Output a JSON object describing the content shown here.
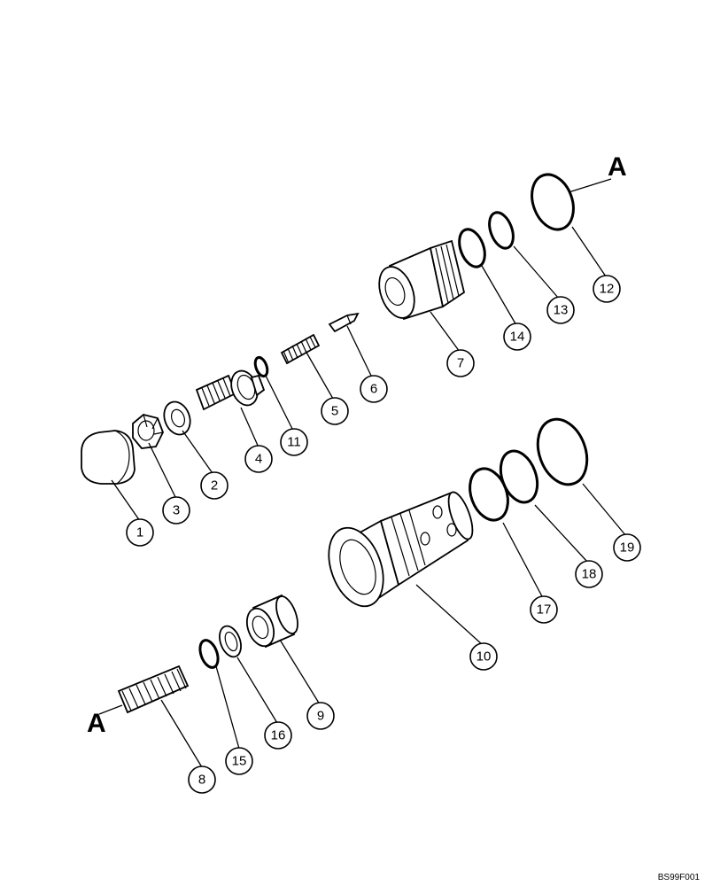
{
  "callouts": [
    "1",
    "2",
    "3",
    "4",
    "5",
    "6",
    "7",
    "8",
    "9",
    "10",
    "11",
    "12",
    "13",
    "14",
    "15",
    "16",
    "17",
    "18",
    "19"
  ],
  "reference_marker": "A",
  "figure_code": "BS99F001"
}
